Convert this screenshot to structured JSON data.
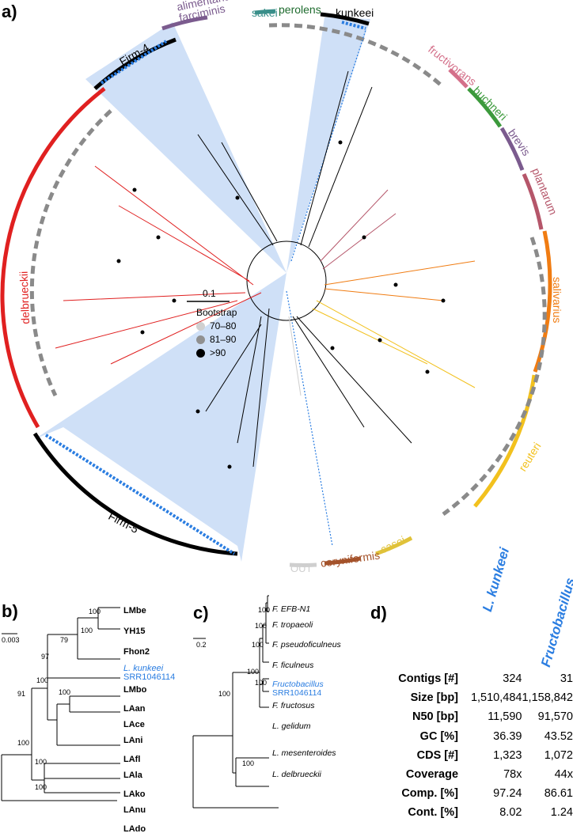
{
  "panel_a": {
    "letter": "a)",
    "scale_label": "0.1",
    "bootstrap": {
      "title": "Bootstrap",
      "items": [
        {
          "label": "70–80",
          "color": "#d0d0d0"
        },
        {
          "label": "81–90",
          "color": "#909090"
        },
        {
          "label": ">90",
          "color": "#000000"
        }
      ]
    },
    "clades": [
      {
        "name": "alimentarius-\nfarciminis",
        "color": "#7b5b8e"
      },
      {
        "name": "sakei",
        "color": "#3a8f8a"
      },
      {
        "name": "perolens",
        "color": "#1e6b2e"
      },
      {
        "name": "kunkeei",
        "color": "#000000"
      },
      {
        "name": "fructivorans",
        "color": "#d4708a"
      },
      {
        "name": "buchneri",
        "color": "#3c9a3c"
      },
      {
        "name": "brevis",
        "color": "#7b5b8e"
      },
      {
        "name": "plantarum",
        "color": "#b5566a"
      },
      {
        "name": "salivarius",
        "color": "#f07c12"
      },
      {
        "name": "reuteri",
        "color": "#f2c11e"
      },
      {
        "name": "casei",
        "color": "#e0c23a"
      },
      {
        "name": "coryniformis",
        "color": "#a4522a"
      },
      {
        "name": "OUT",
        "color": "#cfcfcf"
      },
      {
        "name": "Firm-5",
        "color": "#000000"
      },
      {
        "name": "delbrueckii",
        "color": "#e02020"
      },
      {
        "name": "Firm-4",
        "color": "#000000"
      }
    ]
  },
  "panel_b": {
    "letter": "b)",
    "scale": "0.003",
    "taxa": [
      "LMbe",
      "YH15",
      "Fhon2",
      "L. kunkeei",
      "SRR1046114",
      "LMbo",
      "LAan",
      "LAce",
      "LAni",
      "LAfl",
      "LAla",
      "LAko",
      "LAnu",
      "LAdo"
    ],
    "bootstraps": [
      "100",
      "100",
      "79",
      "97",
      "100",
      "100",
      "91",
      "100",
      "100",
      "100"
    ]
  },
  "panel_c": {
    "letter": "c)",
    "scale": "0.2",
    "taxa": [
      "F. EFB-N1",
      "F. tropaeoli",
      "F. pseudoficulneus",
      "F. ficulneus",
      "Fructobacillus",
      "SRR1046114",
      "F. fructosus",
      "L. gelidum",
      "L. mesenteroides",
      "L. delbrueckii"
    ],
    "bootstraps": [
      "100",
      "100",
      "100",
      "100",
      "100",
      "100",
      "100"
    ]
  },
  "panel_d": {
    "letter": "d)",
    "columns": [
      "L. kunkeei",
      "Fructobacillus"
    ],
    "rows": [
      {
        "label": "Contigs [#]",
        "a": "324",
        "b": "31"
      },
      {
        "label": "Size [bp]",
        "a": "1,510,484",
        "b": "1,158,842"
      },
      {
        "label": "N50 [bp]",
        "a": "11,590",
        "b": "91,570"
      },
      {
        "label": "GC [%]",
        "a": "36.39",
        "b": "43.52"
      },
      {
        "label": "CDS [#]",
        "a": "1,323",
        "b": "1,072"
      },
      {
        "label": "Coverage",
        "a": "78x",
        "b": "44x"
      },
      {
        "label": "Comp. [%]",
        "a": "97.24",
        "b": "86.61"
      },
      {
        "label": "Cont. [%]",
        "a": "8.02",
        "b": "1.24"
      }
    ]
  },
  "colors": {
    "highlight": "#cfe0f7",
    "accent": "#2a7de1"
  }
}
